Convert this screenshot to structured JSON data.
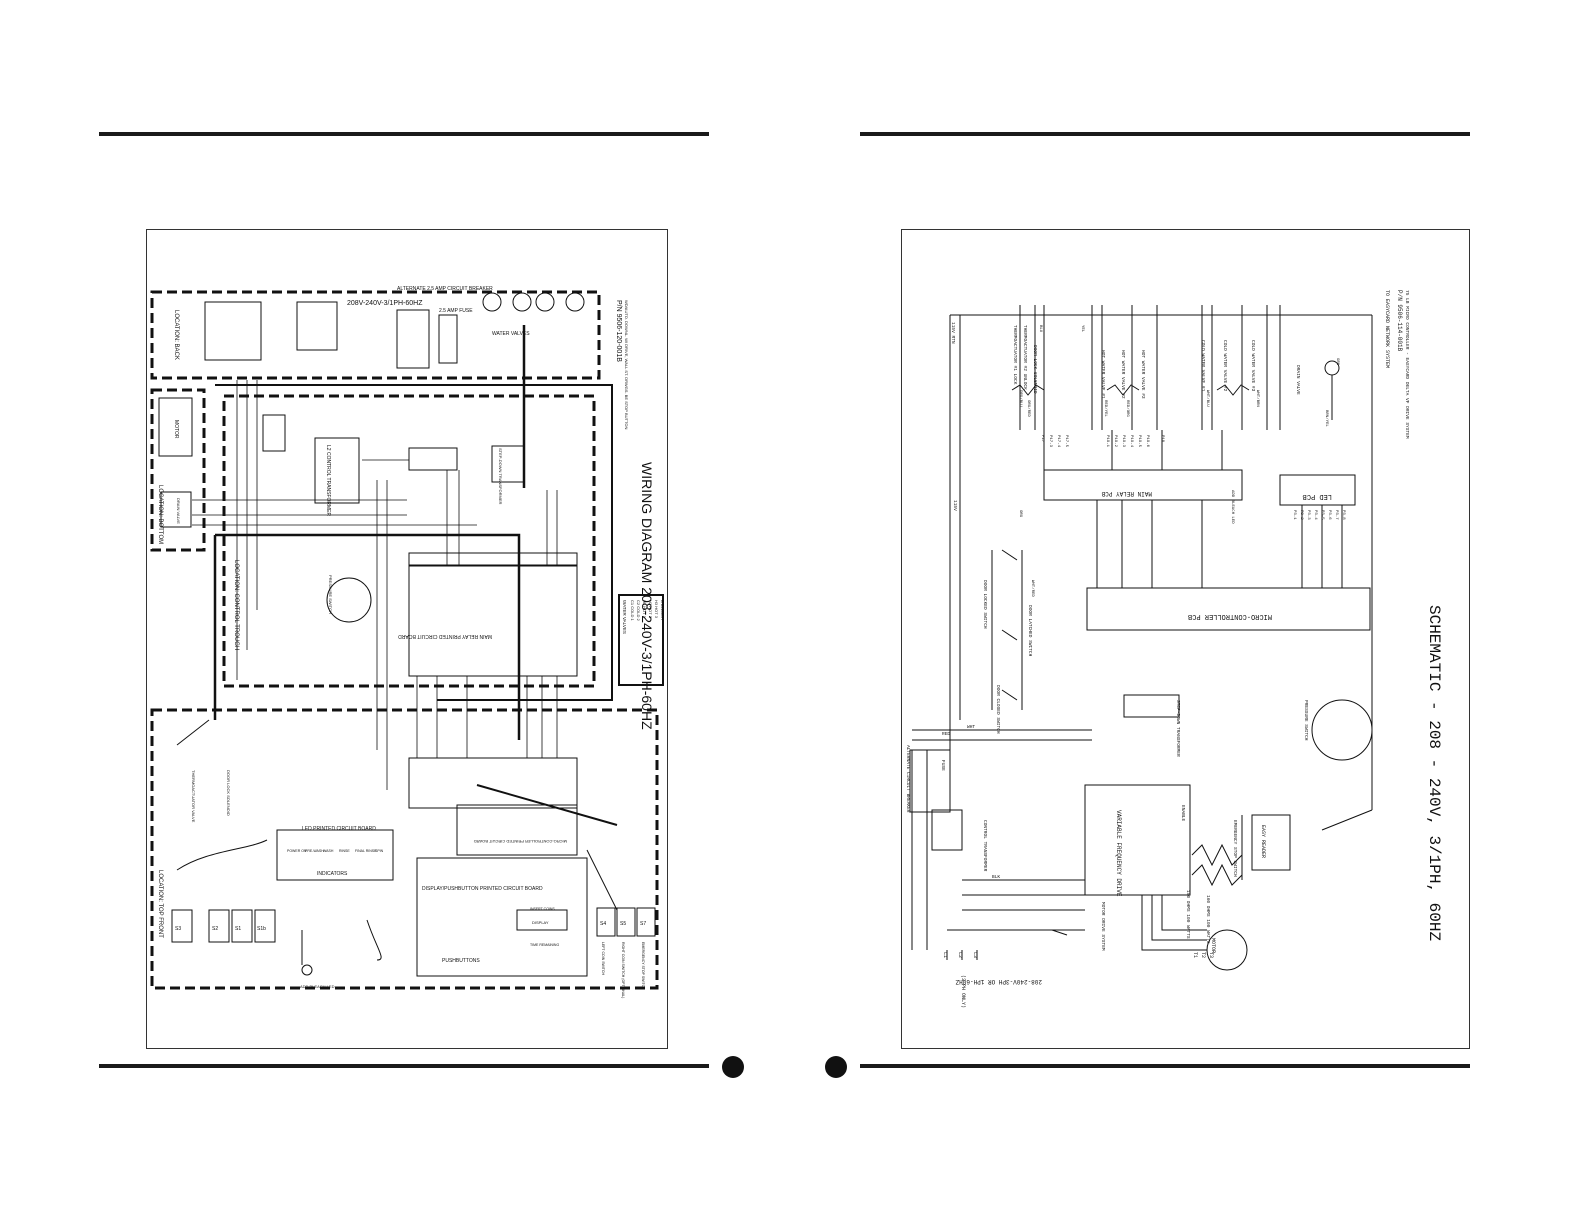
{
  "left_diagram": {
    "title": "WIRING DIAGRAM  208-240V-3/1PH-60HZ",
    "part_number": "P/N 9506-120-001B",
    "part_note": "WD/AUTO. DOWNL. W/ DRIVE, WALL ST. DRWGS. BE STOP BUTTON",
    "supply": "208V-240V-3/1PH-60HZ",
    "locations": {
      "back": "LOCATION:  BACK",
      "bottom": "LOCATION:  BOTTOM",
      "control_trough": "LOCATION:  CONTROL TROUGH",
      "top_front": "LOCATION:  TOP FRONT"
    },
    "components": {
      "alternate_breaker": "ALTERNATE 2.5 AMP CIRCUIT BREAKER",
      "fuse": "2.5 AMP FUSE",
      "water_valves": "WATER VALVES",
      "motor": "MOTOR",
      "drain_valve": "DRAIN VALVE",
      "control_transformer": "L2 CONTROL TRANSFORMER",
      "stepdown_transformer": "STEP-DOWN TRANSFORMER",
      "main_relay_pcb": "MAIN RELAY PRINTED CIRCUIT BOARD",
      "pressure_switch": "PRESSURE SWITCH",
      "thermo_valve": "THERMOACTUATOR VALVE",
      "door_lock": "DOOR LOCK SOLENOID",
      "led_pcb": "LED PRINTED CIRCUIT BOARD",
      "indicators": "INDICATORS",
      "micro_controller": "MICRO-CONTROLLER PRINTED CIRCUIT BOARD",
      "display_pcb": "DISPLAY/PUSHBUTTON PRINTED CIRCUIT BOARD",
      "display": "DISPLAY",
      "pushbuttons": "PUSHBUTTONS",
      "add_bleach_led": "ADD BLEACH LED",
      "left_coin": "LEFT COIN SWITCH",
      "right_coin": "RIGHT COIN SWITCH (OPTIONAL)",
      "emergency_stop": "EMERGENCY STOP SWITCH",
      "water_valve_legend": "WATER VALVES"
    },
    "indicator_labels": [
      "POWER ON",
      "PRE-WASH",
      "WASH",
      "RINSE",
      "FINAL RINSE",
      "SPIN"
    ],
    "switch_labels": [
      "S3",
      "S2",
      "S1",
      "S1b",
      "S4",
      "S5",
      "S7"
    ],
    "display_items": [
      "INSERT COINS",
      "TIME REMAINING"
    ],
    "legend_rows": [
      "C1 COLD 1",
      "C2 COLD 2",
      "H1 HOT 1",
      "H2 HOT 2",
      "H3 HOT 3",
      "B BLEACH"
    ]
  },
  "right_diagram": {
    "title": "SCHEMATIC - 208 - 240V, 3/1PH, 60HZ",
    "part_number": "P/N 9506-114-001B",
    "part_note": "75 LB MICRO CONTROLLER - EASYCARD DELTA VF DRIVE SYSTEM",
    "easycard": "TO EASYCARD NETWORK SYSTEM",
    "supply": "208-240V-3PH OR 1PH-60HZ",
    "note_3ph": "(3 PH ONLY)",
    "components": {
      "main_relay_pcb": "MAIN RELAY PCB",
      "led_pcb": "LED PCB",
      "micro_controller_pcb": "MICRO-CONTROLLER PCB",
      "add_bleach": "ADD BLEACH LED",
      "thermo1": "THERMOACTUATOR #1 LOCK",
      "thermo2": "THERMOACTUATOR #2 UNLOCK",
      "door_lock": "DOOR LOCK SOLENOID",
      "hot1": "HOT WATER VALVE #1",
      "hot2": "HOT WATER VALVE #2",
      "hot3": "HOT WATER VALVE #3",
      "cold1": "COLD WATER VALVE #1",
      "cold2": "COLD WATER VALVE #2",
      "cold3": "COLD WATER VALVE #3",
      "drain": "DRAIN VALVE",
      "door_locked": "DOOR LOCKED SWITCH",
      "door_latched": "DOOR LATCHED SWITCH",
      "door_closed": "DOOR CLOSED SWITCH",
      "stepdown": "STEP-DOWN TRANSFORMER",
      "pressure": "PRESSURE SWITCH",
      "alt_breaker": "ALTERNATE CIRCUIT BREAKER",
      "fuse": "FUSE",
      "control_transformer": "CONTROL TRANSFORMER",
      "vfd": "VARIABLE FREQUENCY DRIVE",
      "motor": "MOTOR",
      "motor_drive": "MOTOR DRIVE SYSTEM",
      "emergency": "EMERGENCY STOP SWITCH",
      "easy_reader": "EASY READER",
      "resistor1": "150 OHMS 100 WATTS",
      "resistor2": "160 OHMS 100 WATTS",
      "enable": "ENABLE"
    },
    "wire_labels": [
      "115V RTN",
      "115V",
      "BLK",
      "WHT",
      "RED",
      "BLU",
      "YEL",
      "ORG",
      "GRN",
      "BRN/YEL",
      "WHT/RED",
      "WHT/BLU",
      "WHT/BRN",
      "RED/YEL",
      "RED/ORG",
      "DRG/BLU",
      "ORG/RED"
    ],
    "pins_relay": [
      "P17",
      "P17-3",
      "P17-4",
      "P17-5",
      "P19-1",
      "P19-2",
      "P19-3",
      "P19-4",
      "P19-5",
      "P19-6",
      "P18"
    ],
    "pins_micro": [
      "P3-1",
      "P3-2",
      "P3-3",
      "P3-4",
      "P3-5",
      "P3-6",
      "P3-7",
      "P3-8"
    ],
    "supply_lines": [
      "L1",
      "L2",
      "L3"
    ],
    "motor_terms": [
      "T1",
      "T2",
      "T3"
    ]
  },
  "page_markers": [
    "",
    ""
  ]
}
